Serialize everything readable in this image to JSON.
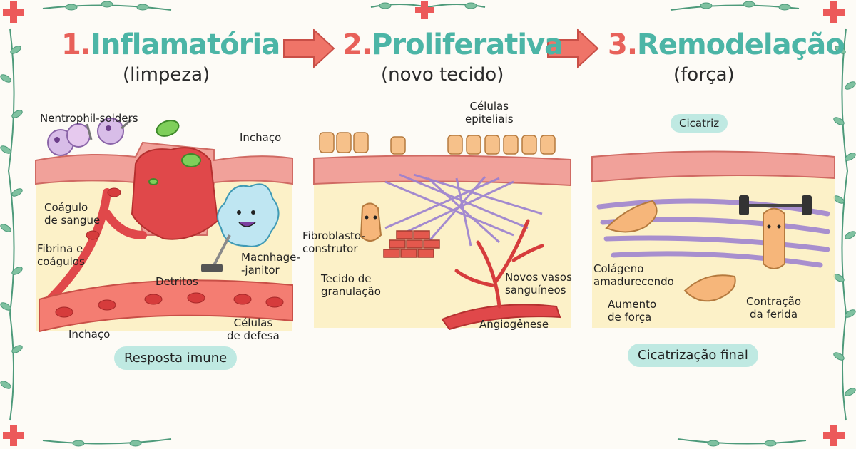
{
  "stages": [
    {
      "number": "1.",
      "name": "Inflamatória",
      "subtitle": "(limpeza)"
    },
    {
      "number": "2.",
      "name": "Proliferativa",
      "subtitle": "(novo tecido)"
    },
    {
      "number": "3.",
      "name": "Remodelação",
      "subtitle": "(força)"
    }
  ],
  "panel1": {
    "labels": {
      "neutrophils": "Nentrophil-solders",
      "swelling_top": "Inchaço",
      "clot": "Coágulo\nde sangue",
      "fibrin": "Fibrina e\ncoágulos",
      "macrophage": "Macnhage-\n-janitor",
      "debris": "Detritos",
      "swelling_bottom": "Inchaço",
      "defense_cells": "Células\nde defesa"
    },
    "pill": "Resposta imune"
  },
  "panel2": {
    "labels": {
      "epithelial": "Células\nepiteliais",
      "fibroblast": "Fibroblasto-\nconstrutor",
      "granulation": "Tecido de\ngranulação",
      "new_vessels": "Novos vasos\nsanguíneos",
      "angiogenesis": "Angiogênese"
    }
  },
  "panel3": {
    "labels": {
      "collagen": "Colágeno\namadurecendo",
      "strength": "Aumento\nde força",
      "contraction": "Contração\nda ferida"
    },
    "scar_pill": "Cicatriz",
    "final_pill": "Cicatrização final"
  },
  "colors": {
    "number": "#e8615a",
    "title": "#4cb5a6",
    "arrow": "#ef7468",
    "pill": "#bfe9e2",
    "skin": "#f1a19a",
    "blood": "#e0484a",
    "collagen": "#9a7fd0",
    "leaf": "#5aa68a"
  },
  "icons": [
    "medical-cross-icon",
    "leaf-vine-icon",
    "right-arrow-icon",
    "neutrophil-icon",
    "bacteria-icon",
    "macrophage-icon",
    "vacuum-icon",
    "red-blood-cell-icon",
    "brick-icon",
    "fibroblast-icon",
    "dumbbell-icon"
  ]
}
